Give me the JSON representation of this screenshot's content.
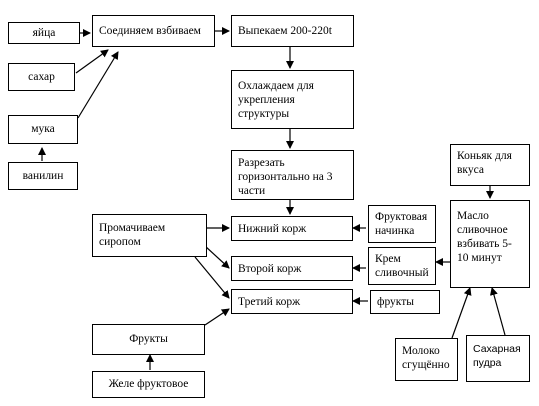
{
  "nodes": {
    "eggs": "яйца",
    "sugar": "сахар",
    "flour": "мука",
    "vanillin": "ванилин",
    "combine_whip": "Соединяем взбиваем",
    "bake": "Выпекаем 200-220t",
    "cool": "Охлаждаем для укрепления структуры",
    "cut": "Разрезать горизонтально на 3 части",
    "soak_syrup": "Промачиваем сиропом",
    "bottom_layer": "Нижний корж",
    "second_layer": "Второй корж",
    "third_layer": "Третий корж",
    "fruit_filling": "Фруктовая начинка",
    "cream": "Крем сливочный",
    "fruits_small": "фрукты",
    "cognac": "Коньяк для вкуса",
    "butter": "Масло сливочное взбивать 5-10 минут",
    "condensed_milk": "Молоко сгущённо",
    "powdered_sugar": "Сахарная пудра",
    "fruits": "Фрукты",
    "fruit_jelly": "Желе фруктовое"
  }
}
